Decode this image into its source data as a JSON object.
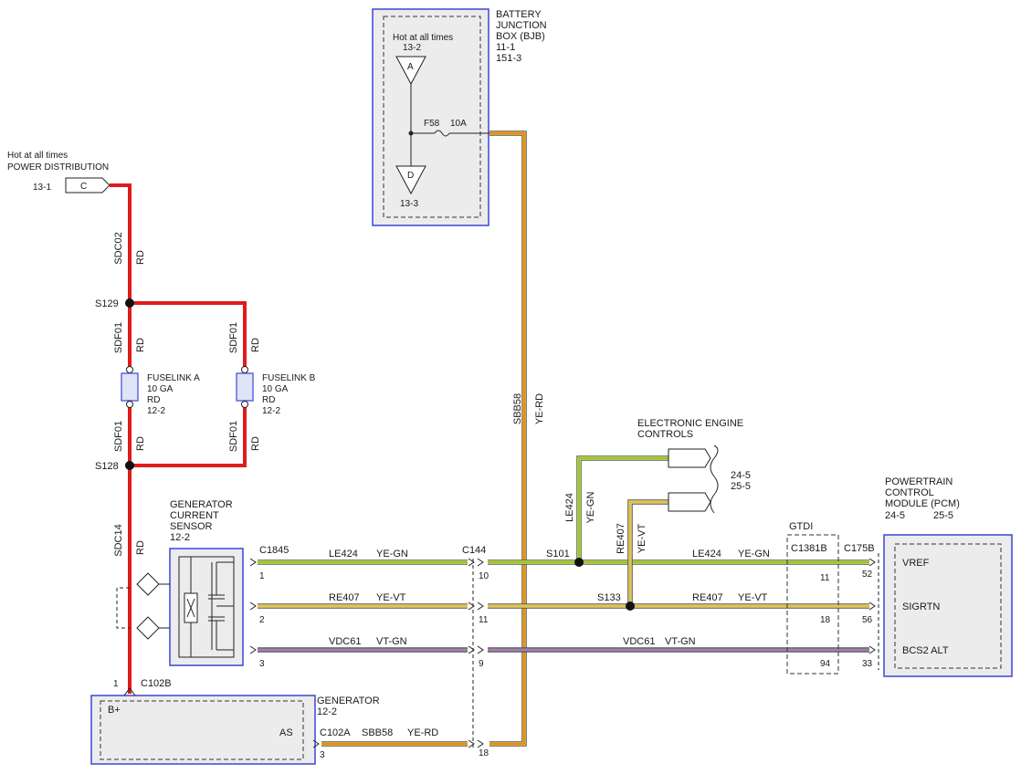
{
  "bjb": {
    "title1": "BATTERY",
    "title2": "JUNCTION",
    "title3": "BOX (BJB)",
    "ref1": "11-1",
    "ref2": "151-3",
    "hot": "Hot at all times",
    "conn_a_ref": "13-2",
    "conn_a": "A",
    "fuse": "F58",
    "amps": "10A",
    "conn_d": "D",
    "conn_d_ref": "13-3"
  },
  "power": {
    "hot": "Hot at all times",
    "title": "POWER DISTRIBUTION",
    "ref": "13-1",
    "conn": "C"
  },
  "wires": {
    "sdc02": "SDC02",
    "rd": "RD",
    "sdf01": "SDF01",
    "sdc14": "SDC14",
    "sbb58": "SBB58",
    "yerd": "YE-RD",
    "le424": "LE424",
    "yegn": "YE-GN",
    "re407": "RE407",
    "yevt": "YE-VT",
    "vdc61": "VDC61",
    "vtgn": "VT-GN"
  },
  "splices": {
    "s129": "S129",
    "s128": "S128",
    "s101": "S101",
    "s133": "S133"
  },
  "fuselink_a": {
    "name": "FUSELINK A",
    "ga": "10 GA",
    "color": "RD",
    "ref": "12-2"
  },
  "fuselink_b": {
    "name": "FUSELINK B",
    "ga": "10 GA",
    "color": "RD",
    "ref": "12-2"
  },
  "gcs": {
    "l1": "GENERATOR",
    "l2": "CURRENT",
    "l3": "SENSOR",
    "ref": "12-2"
  },
  "eec": {
    "l1": "ELECTRONIC ENGINE",
    "l2": "CONTROLS",
    "ref1": "24-5",
    "ref2": "25-5"
  },
  "pcm": {
    "l1": "POWERTRAIN",
    "l2": "CONTROL",
    "l3": "MODULE (PCM)",
    "ref1": "24-5",
    "ref2": "25-5",
    "vref": "VREF",
    "sigrtn": "SIGRTN",
    "bcs2": "BCS2 ALT"
  },
  "connectors": {
    "c1845": "C1845",
    "c144": "C144",
    "gtdi": "GTDI",
    "c1381b": "C1381B",
    "c175b": "C175B",
    "c102b": "C102B",
    "c102a": "C102A"
  },
  "pins": {
    "p1": "1",
    "p2": "2",
    "p3": "3",
    "p10": "10",
    "p11": "11",
    "p9": "9",
    "g11": "11",
    "g18": "18",
    "g94": "94",
    "p52": "52",
    "p56": "56",
    "p33": "33",
    "c102b_pin": "1",
    "c102a_pin": "3",
    "c144_pin18": "18"
  },
  "generator": {
    "title": "GENERATOR",
    "ref": "12-2",
    "bplus": "B+",
    "as": "AS"
  },
  "colors": {
    "box_border": "#3b46d6",
    "red_wire": "#e01b1b",
    "yellow": "#f2df2a",
    "green_stripe": "#58b024",
    "violet": "#b061c4"
  }
}
